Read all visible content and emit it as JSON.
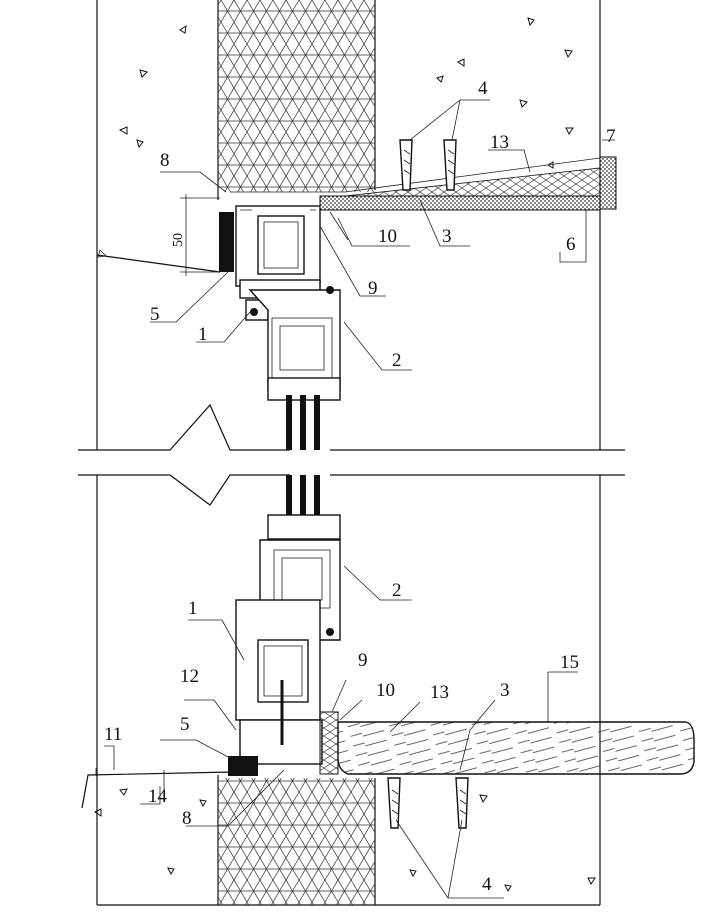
{
  "diagram": {
    "type": "window installation section detail",
    "colors": {
      "ink": "#111111",
      "background": "#ffffff",
      "dark_fill": "#1a1a1a"
    },
    "dimension_value": "50",
    "callouts_top": {
      "l1": "1",
      "l2": "2",
      "l3": "3",
      "l4": "4",
      "l5": "5",
      "l6": "6",
      "l7": "7",
      "l8": "8",
      "l9": "9",
      "l10": "10",
      "l13": "13"
    },
    "callouts_bottom": {
      "l1": "1",
      "l2": "2",
      "l3": "3",
      "l4": "4",
      "l5": "5",
      "l8": "8",
      "l9": "9",
      "l10": "10",
      "l11": "11",
      "l12": "12",
      "l13": "13",
      "l14": "14",
      "l15": "15"
    }
  }
}
